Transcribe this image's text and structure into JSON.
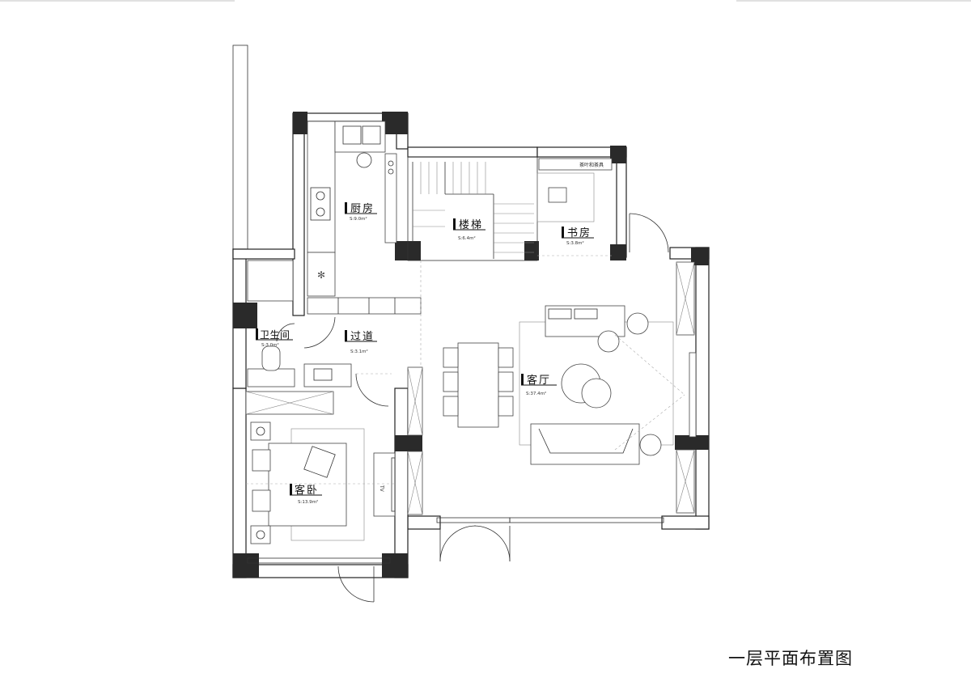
{
  "title": "一层平面布置图",
  "rooms": [
    {
      "name": "厨房",
      "area": "S:9.0m²"
    },
    {
      "name": "楼梯",
      "area": "S:6.4m²"
    },
    {
      "name": "书房",
      "area": "S:3.8m²"
    },
    {
      "name": "卫生间",
      "area": "S:3.0m²"
    },
    {
      "name": "过道",
      "area": "S:3.1m²"
    },
    {
      "name": "客厅",
      "area": "S:37.4m²"
    },
    {
      "name": "客卧",
      "area": "S:13.9m²"
    }
  ],
  "labels": {
    "tea_set": "茶叶和茶具",
    "tv": "TV"
  }
}
